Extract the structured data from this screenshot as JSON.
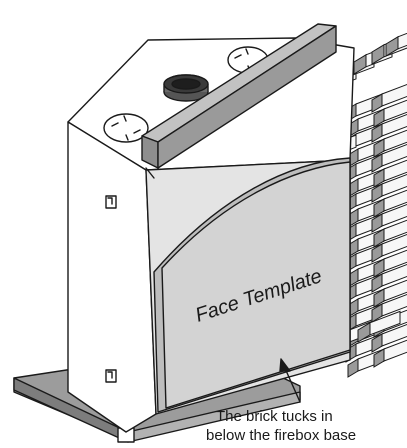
{
  "labels": {
    "face_template": "Face Template",
    "callout_line1": "The brick tucks in",
    "callout_line2": "below the firebox base"
  },
  "colors": {
    "ink": "#1a1a1a",
    "box_white": "#ffffff",
    "box_shade": "#e4e4e4",
    "template_gray": "#d3d3d3",
    "lintel_top": "#c2c2c2",
    "lintel_front": "#8e8e8e",
    "base_plate": "#9c9c9c",
    "brick_face": "#f7f7f7",
    "brick_shadow": "#9a9a9a"
  }
}
